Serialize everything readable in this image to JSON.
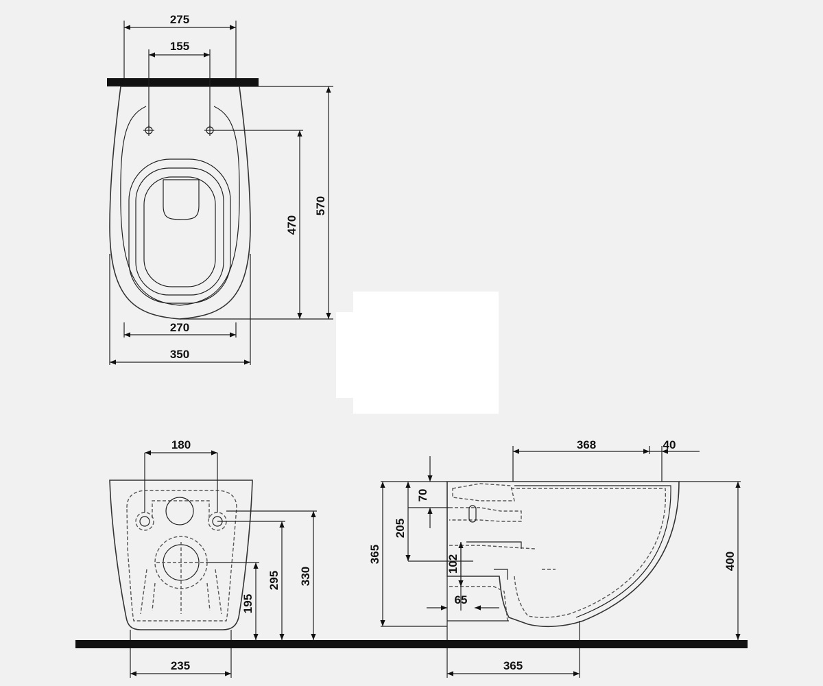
{
  "colors": {
    "background": "#f1f1f1",
    "line": "#222222",
    "bar": "#111111",
    "blank_patch": "#ffffff"
  },
  "top_view": {
    "dims": {
      "bracket_spacing_outer": "275",
      "bracket_spacing_inner": "155",
      "total_length": "570",
      "fixing_to_front": "470",
      "bowl_width": "270",
      "total_width": "350"
    }
  },
  "rear_view": {
    "dims": {
      "fixing_spacing": "180",
      "outlet_height": "195",
      "fixing_height": "295",
      "total_height": "330",
      "base_width": "235"
    }
  },
  "side_view": {
    "dims": {
      "rim_depth": "368",
      "rim_setback": "40",
      "inlet_offset": "70",
      "inlet_to_outlet": "205",
      "total_height": "365",
      "outlet_height": "102",
      "outlet_depth": "65",
      "floor_height": "400",
      "base_depth": "365"
    }
  }
}
